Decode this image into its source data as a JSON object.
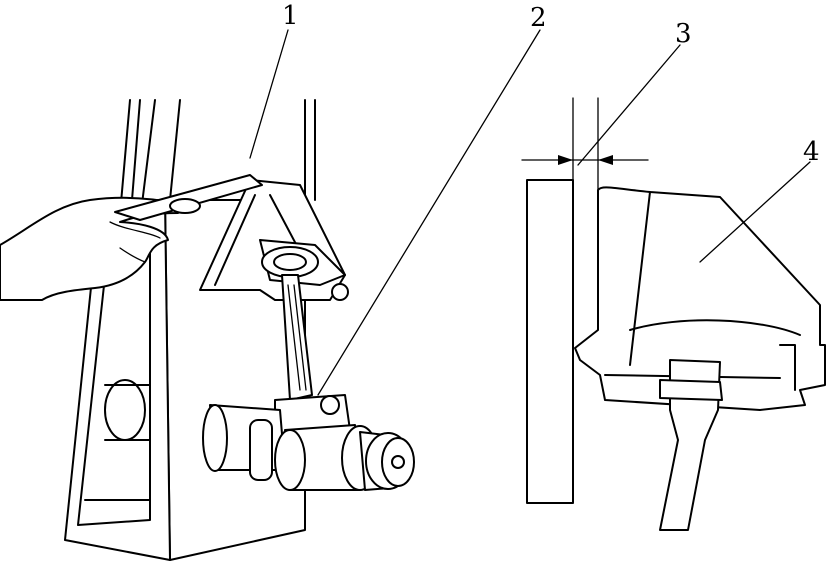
{
  "labels": {
    "one": "1",
    "two": "2",
    "three": "3",
    "four": "4"
  },
  "colors": {
    "ink": "#000000",
    "background": "#ffffff"
  }
}
